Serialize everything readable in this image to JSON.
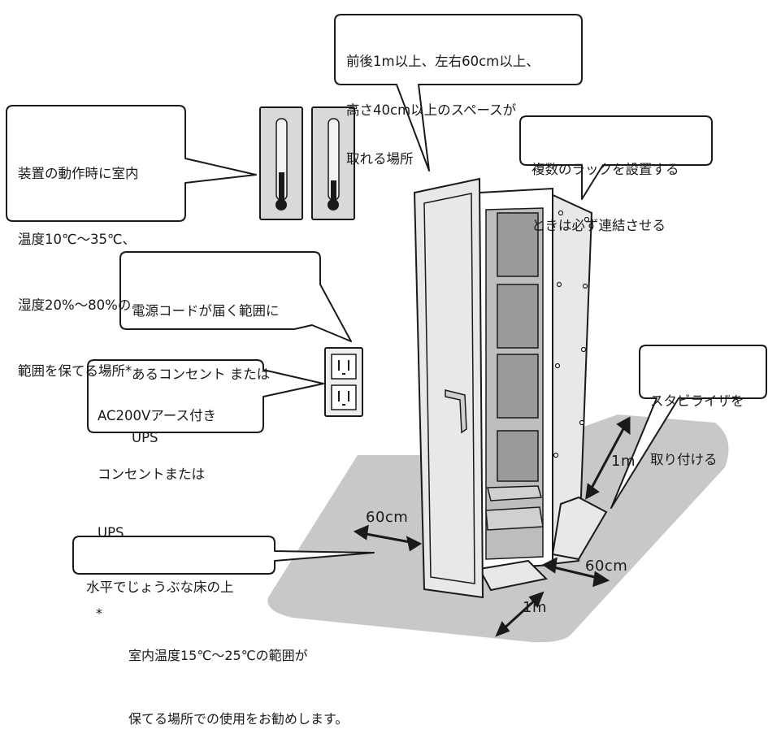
{
  "callouts": {
    "space": {
      "lines": [
        "前後1m以上、左右60cm以上、",
        "高さ40cm以上のスペースが",
        "取れる場所"
      ]
    },
    "temperature": {
      "lines": [
        "装置の動作時に室内",
        "温度10℃～35℃、",
        "湿度20%～80%の",
        "範囲を保てる場所*"
      ]
    },
    "multiple_racks": {
      "lines": [
        "複数のラックを設置する",
        "ときは必ず連結させる"
      ]
    },
    "power_cord": {
      "lines": [
        "電源コードが届く範囲に",
        "あるコンセント または",
        "UPS"
      ]
    },
    "ac200v": {
      "lines": [
        "AC200Vアース付き",
        "コンセントまたは",
        "UPS"
      ]
    },
    "stabilizer": {
      "lines": [
        "スタビライザを",
        "取り付ける"
      ]
    },
    "floor": {
      "lines": [
        "水平でじょうぶな床の上"
      ]
    }
  },
  "dimensions": {
    "left": "60cm",
    "right": "60cm",
    "front": "1m",
    "back": "1m"
  },
  "footnote": {
    "mark": "*",
    "lines": [
      "室内温度15℃～25℃の範囲が",
      "保てる場所での使用をお勧めします。"
    ]
  },
  "colors": {
    "floor": "#c8c8c8",
    "rack_panel": "#e8e8e8",
    "rack_inner": "#bdbdbd",
    "outline": "#1a1a1a"
  }
}
